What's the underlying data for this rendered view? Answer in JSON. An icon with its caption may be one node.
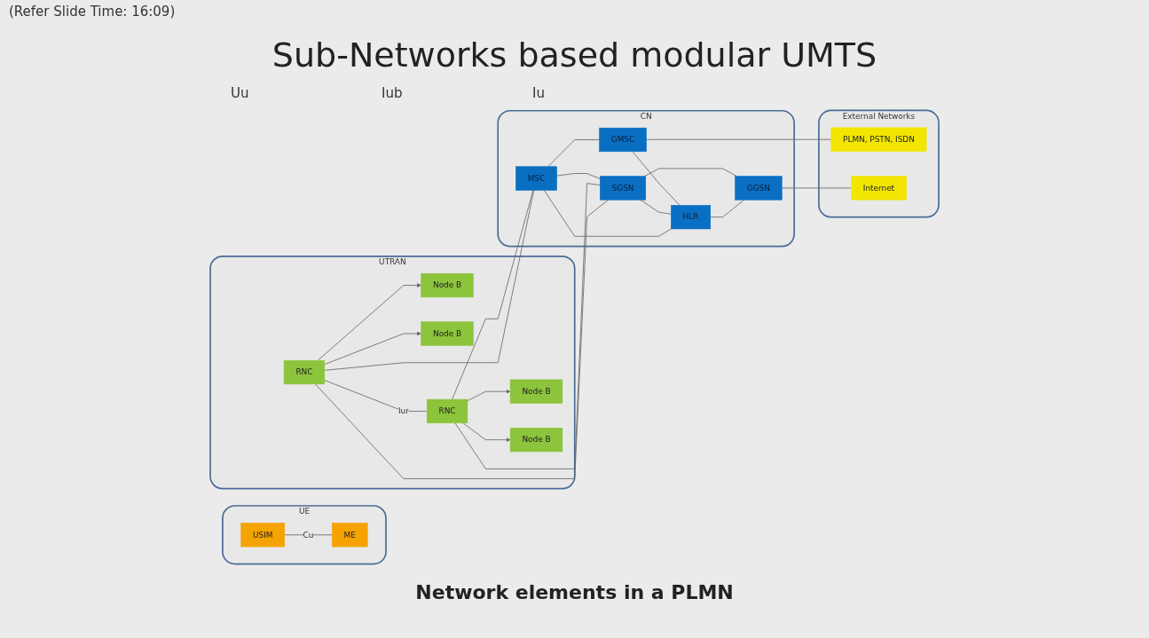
{
  "diagram": {
    "title": "Sub-Networks based modular UMTS",
    "caption": "Network elements in a PLMN",
    "nodes": [
      {
        "text": [
          "UE"
        ]
      },
      {
        "text": [
          "USIM"
        ],
        "in": 0
      },
      {
        "text": [
          "ME"
        ],
        "in": 0
      },
      {
        "text": [
          "UTRAN"
        ]
      },
      {
        "text": [
          "Node B"
        ],
        "in": 3
      },
      {
        "text": [
          "Node B"
        ],
        "in": 3
      },
      {
        "text": [
          "Node B"
        ],
        "in": 3
      },
      {
        "text": [
          "Node B"
        ],
        "in": 3
      },
      {
        "text": [
          "RNC"
        ],
        "in": 3
      },
      {
        "text": [
          "RNC"
        ],
        "in": 3
      },
      {
        "text": [
          "CN"
        ]
      },
      {
        "text": [
          "MSC"
        ],
        "in": 10
      },
      {
        "text": [
          "GMSC"
        ],
        "in": 10
      },
      {
        "text": [
          "HLR"
        ],
        "in": 10
      },
      {
        "text": [
          "SGSN"
        ],
        "in": 10
      },
      {
        "text": [
          "GGSN"
        ],
        "in": 10
      },
      {
        "text": [
          "External Networks"
        ]
      },
      {
        "text": [
          "PLMN, PSTN, ISDN"
        ],
        "in": 16
      },
      {
        "text": [
          "Internet"
        ],
        "in": 16
      }
    ],
    "edges": [
      {
        "from": 1,
        "to": 2,
        "arrow": "none",
        "label": "Cu"
      },
      {
        "from": 8,
        "to": 4,
        "arrow": "to"
      },
      {
        "from": 8,
        "to": 5,
        "arrow": "to"
      },
      {
        "from": 9,
        "to": 6,
        "arrow": "to"
      },
      {
        "from": 9,
        "to": 7,
        "arrow": "to"
      },
      {
        "from": 8,
        "to": 9,
        "arrow": "none",
        "label": "Iur"
      },
      {
        "from": 8,
        "to": 11,
        "arrow": "none"
      },
      {
        "from": 8,
        "to": 14,
        "arrow": "none"
      },
      {
        "from": 9,
        "to": 11,
        "arrow": "none"
      },
      {
        "from": 9,
        "to": 14,
        "arrow": "none"
      },
      {
        "from": 11,
        "to": 12,
        "arrow": "none"
      },
      {
        "from": 11,
        "to": 13,
        "arrow": "none"
      },
      {
        "from": 11,
        "to": 14,
        "arrow": "none"
      },
      {
        "from": 14,
        "to": 13,
        "arrow": "none"
      },
      {
        "from": 12,
        "to": 13,
        "arrow": "none"
      },
      {
        "from": 13,
        "to": 15,
        "arrow": "none"
      },
      {
        "from": 14,
        "to": 15,
        "arrow": "none"
      },
      {
        "from": 12,
        "to": 17,
        "arrow": "none"
      },
      {
        "from": 15,
        "to": 18,
        "arrow": "none"
      }
    ],
    "labels": [
      "(Refer Slide Time: 16:09)",
      "Uu",
      "Iu",
      "Iub"
    ]
  }
}
